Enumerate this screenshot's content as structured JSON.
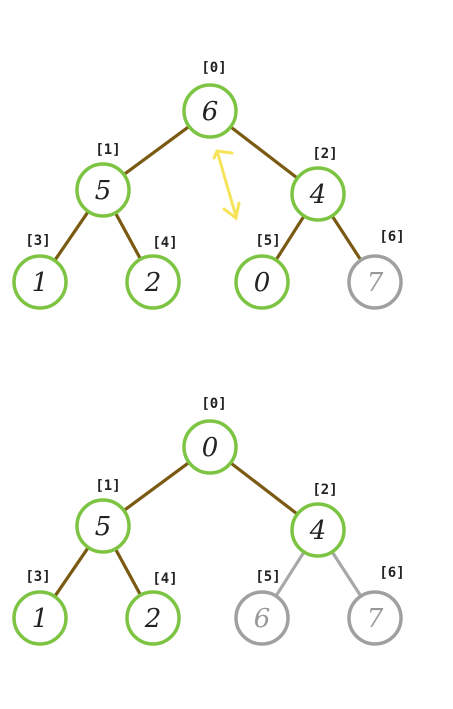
{
  "colors": {
    "active_stroke": "#7dc443",
    "inactive_stroke": "#a0a0a0",
    "active_text": "#222222",
    "inactive_text": "#999999",
    "active_edge": "#7a5a12",
    "inactive_edge": "#a8a8a8",
    "swap_arrow": "#f7e35a"
  },
  "heaps": [
    {
      "nodes": [
        {
          "index_label": "[0]",
          "value": "6",
          "state": "active"
        },
        {
          "index_label": "[1]",
          "value": "5",
          "state": "active"
        },
        {
          "index_label": "[2]",
          "value": "4",
          "state": "active"
        },
        {
          "index_label": "[3]",
          "value": "1",
          "state": "active"
        },
        {
          "index_label": "[4]",
          "value": "2",
          "state": "active"
        },
        {
          "index_label": "[5]",
          "value": "0",
          "state": "active"
        },
        {
          "index_label": "[6]",
          "value": "7",
          "state": "inactive"
        }
      ],
      "edges": [
        {
          "from": 0,
          "to": 1,
          "state": "active"
        },
        {
          "from": 0,
          "to": 2,
          "state": "active"
        },
        {
          "from": 1,
          "to": 3,
          "state": "active"
        },
        {
          "from": 1,
          "to": 4,
          "state": "active"
        },
        {
          "from": 2,
          "to": 5,
          "state": "active"
        },
        {
          "from": 2,
          "to": 6,
          "state": "active"
        }
      ],
      "swap_arrow": true
    },
    {
      "nodes": [
        {
          "index_label": "[0]",
          "value": "0",
          "state": "active"
        },
        {
          "index_label": "[1]",
          "value": "5",
          "state": "active"
        },
        {
          "index_label": "[2]",
          "value": "4",
          "state": "active"
        },
        {
          "index_label": "[3]",
          "value": "1",
          "state": "active"
        },
        {
          "index_label": "[4]",
          "value": "2",
          "state": "active"
        },
        {
          "index_label": "[5]",
          "value": "6",
          "state": "inactive"
        },
        {
          "index_label": "[6]",
          "value": "7",
          "state": "inactive"
        }
      ],
      "edges": [
        {
          "from": 0,
          "to": 1,
          "state": "active"
        },
        {
          "from": 0,
          "to": 2,
          "state": "active"
        },
        {
          "from": 1,
          "to": 3,
          "state": "active"
        },
        {
          "from": 1,
          "to": 4,
          "state": "active"
        },
        {
          "from": 2,
          "to": 5,
          "state": "inactive"
        },
        {
          "from": 2,
          "to": 6,
          "state": "inactive"
        }
      ],
      "swap_arrow": false
    }
  ]
}
